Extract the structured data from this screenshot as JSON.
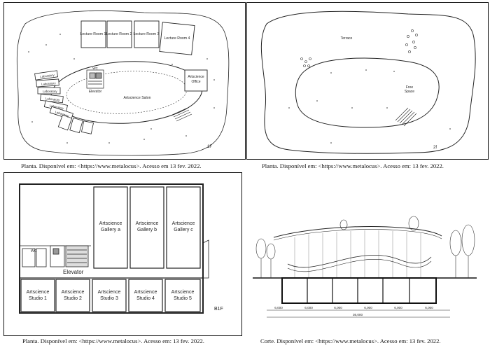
{
  "panels": [
    {
      "id": "plan-1f",
      "floor_label": "1F",
      "caption": "Planta. Disponível em: <https://www.metalocus>. Acesso em  13 fev. 2022.",
      "rooms": [
        "Lecture Room 1",
        "Lecture Room 2",
        "Lecture Room 3",
        "Lecture Room 4"
      ],
      "labels": {
        "elevator": "Elevator",
        "salon": "Artscience Salon",
        "office_1": "Artscience",
        "office_2": "Office",
        "wc": "WC"
      },
      "laboratories": [
        "Laboratory",
        "Laboratory",
        "Laboratory",
        "Laboratory",
        "Laboratory",
        "Laboratory"
      ]
    },
    {
      "id": "plan-2f",
      "floor_label": "2f",
      "caption": "Planta. Disponível em: <https://www.metalocus>. Acesso em: 13 fev. 2022.",
      "labels": {
        "terrace": "Terrace",
        "free_1": "Free",
        "free_2": "Space"
      }
    },
    {
      "id": "plan-b1f",
      "floor_label": "B1F",
      "caption": "Planta. Disponível em: <https://www.metalocus>. Acesso em: 13 fev. 2022.",
      "galleries": [
        {
          "line1": "Artscience",
          "line2": "Gallery a"
        },
        {
          "line1": "Artscience",
          "line2": "Gallery b"
        },
        {
          "line1": "Artscience",
          "line2": "Gallery c"
        }
      ],
      "studios": [
        {
          "line1": "Artscience",
          "line2": "Studio 1"
        },
        {
          "line1": "Artscience",
          "line2": "Studio 2"
        },
        {
          "line1": "Artscience",
          "line2": "Studio 3"
        },
        {
          "line1": "Artscience",
          "line2": "Studio 4"
        },
        {
          "line1": "Artscience",
          "line2": "Studio 5"
        }
      ],
      "labels": {
        "elevator": "Elevator",
        "wc": "WC"
      }
    },
    {
      "id": "section",
      "caption": "Corte. Disponível em: <https://www.metalocus>. Acesso em: 13 fev. 2022.",
      "dimensions": [
        "6,000",
        "6,000",
        "6,000",
        "6,000",
        "6,000",
        "6,000"
      ],
      "total_dimension": "36,000"
    }
  ]
}
